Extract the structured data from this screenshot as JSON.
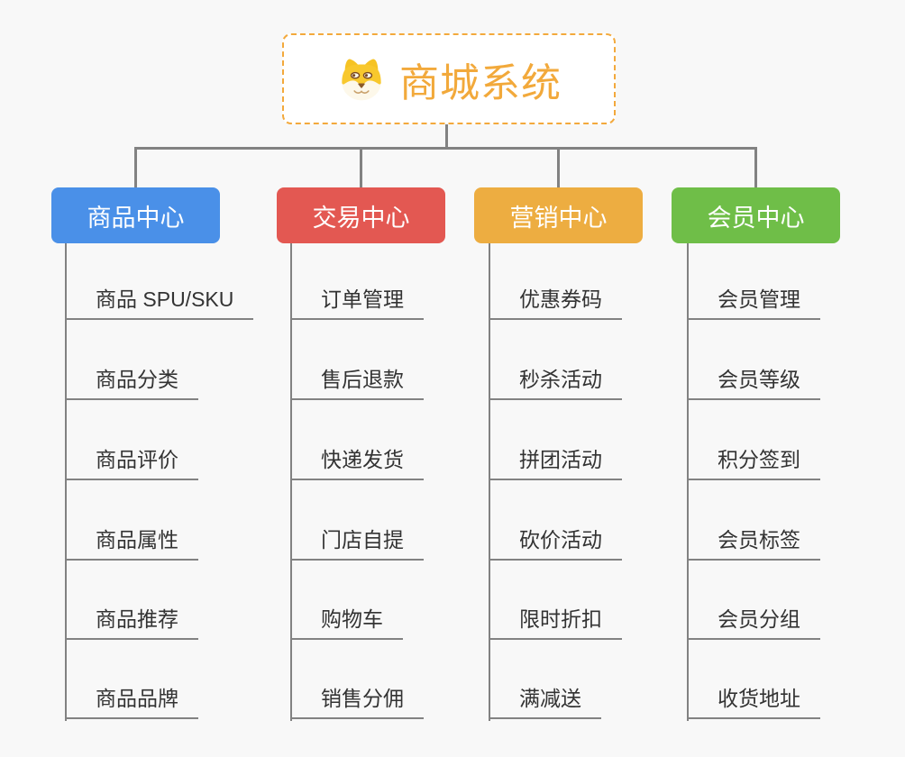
{
  "canvas": {
    "background": "#F8F8F8",
    "line_color": "#828282"
  },
  "root": {
    "label": "商城系统",
    "icon": "dog-face-icon",
    "text_color": "#F2A93B",
    "border_color": "#F3A93C"
  },
  "branches": [
    {
      "id": "product-center",
      "label": "商品中心",
      "color": "#4A90E8",
      "children": [
        "商品 SPU/SKU",
        "商品分类",
        "商品评价",
        "商品属性",
        "商品推荐",
        "商品品牌"
      ]
    },
    {
      "id": "trade-center",
      "label": "交易中心",
      "color": "#E35852",
      "children": [
        "订单管理",
        "售后退款",
        "快递发货",
        "门店自提",
        "购物车",
        "销售分佣"
      ]
    },
    {
      "id": "marketing-center",
      "label": "营销中心",
      "color": "#EDAD41",
      "children": [
        "优惠券码",
        "秒杀活动",
        "拼团活动",
        "砍价活动",
        "限时折扣",
        "满减送"
      ]
    },
    {
      "id": "member-center",
      "label": "会员中心",
      "color": "#6FBE48",
      "children": [
        "会员管理",
        "会员等级",
        "积分签到",
        "会员标签",
        "会员分组",
        "收货地址"
      ]
    }
  ]
}
